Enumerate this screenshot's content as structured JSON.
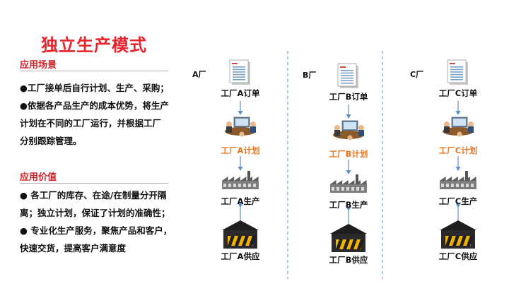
{
  "title": "独立生产模式",
  "scenario": {
    "heading": "应用场景",
    "lines": [
      "●工厂接单后自行计划、生产、采购；",
      "●依据各产品生产的成本优势，将生产",
      "计划在不同的工厂运行，并根据工厂",
      "分别跟踪管理。"
    ]
  },
  "value": {
    "heading": "应用价值",
    "lines": [
      "● 各工厂的库存、在途/在制量分开隔",
      "离；独立计划，保证了计划的准确性；",
      "● 专业化生产服务，聚焦产品和客户，",
      "快速交货，提高客户满意度"
    ]
  },
  "chart_data": {
    "type": "flow",
    "columns": [
      {
        "label": "A厂",
        "order": "工厂A订单",
        "plan": "工厂A计划",
        "production": "工厂A生产",
        "supply": "工厂A供应"
      },
      {
        "label": "B厂",
        "order": "工厂B订单",
        "plan": "工厂B计划",
        "production": "工厂B生产",
        "supply": "工厂B供应"
      },
      {
        "label": "C厂",
        "order": "工厂C订单",
        "plan": "工厂C计划",
        "production": "工厂C生产",
        "supply": "工厂C供应"
      }
    ]
  },
  "colors": {
    "title": "#e8232a",
    "heading": "#d3232a",
    "plan": "#e87722",
    "arrow": "#5b8fd1",
    "divider": "#5b8fd1"
  }
}
